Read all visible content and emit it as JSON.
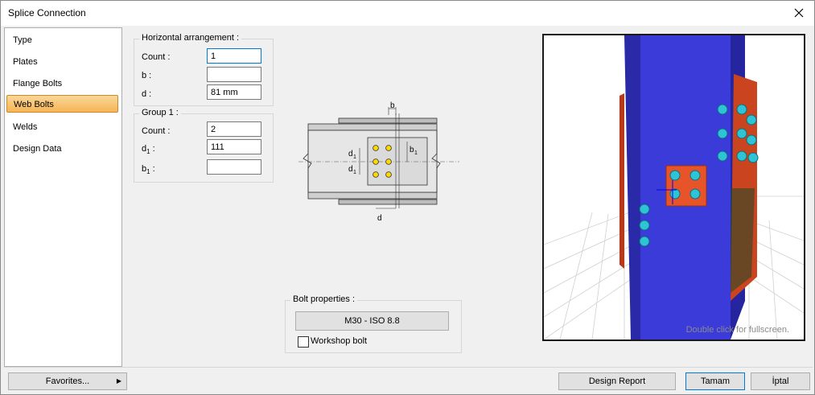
{
  "window": {
    "title": "Splice Connection"
  },
  "sidebar": {
    "items": [
      {
        "label": "Type"
      },
      {
        "label": "Plates"
      },
      {
        "label": "Flange Bolts"
      },
      {
        "label": "Web Bolts"
      },
      {
        "label": "Welds"
      },
      {
        "label": "Design Data"
      }
    ],
    "active_index": 3
  },
  "horizontal": {
    "title": "Horizontal arrangement :",
    "count_label": "Count :",
    "count_value": "1",
    "b_label": "b :",
    "b_value": "",
    "d_label": "d :",
    "d_value": "81 mm"
  },
  "group1": {
    "title": "Group 1 :",
    "count_label": "Count :",
    "count_value": "2",
    "d1_label": "d",
    "d1_sub": "1",
    "d1_colon": " :",
    "d1_value": "111",
    "b1_label": "b",
    "b1_sub": "1",
    "b1_colon": " :",
    "b1_value": ""
  },
  "diagram": {
    "b": "b",
    "d": "d",
    "d1": "d",
    "b1": "b",
    "sub1": "1"
  },
  "bolt": {
    "title": "Bolt properties :",
    "button_label": "M30 - ISO 8.8",
    "workshop_label": "Workshop bolt",
    "workshop_checked": false
  },
  "viewport": {
    "hint": "Double click for fullscreen."
  },
  "footer": {
    "favorites": "Favorites...",
    "design_report": "Design Report",
    "ok": "Tamam",
    "cancel": "İptal"
  },
  "colors": {
    "accent": "#0078d7",
    "sidebar_active": "#f5b555",
    "column": "#3b3bd9",
    "plate": "#e8542a",
    "bolt": "#2ec4d6"
  }
}
